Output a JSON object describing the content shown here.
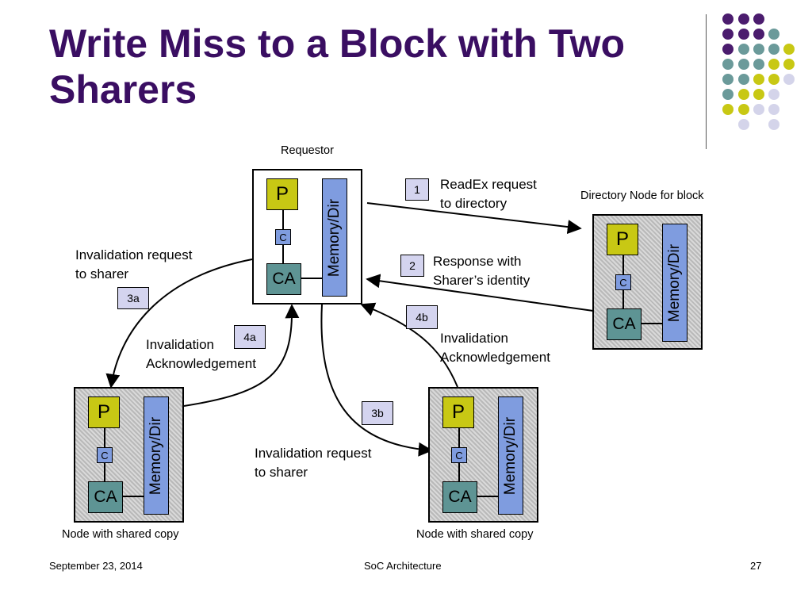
{
  "slide": {
    "title": "Write Miss to a Block with Two Sharers"
  },
  "decoration": {
    "dot_colors": {
      "purple": "#4b1c6e",
      "teal": "#6b9a9a",
      "yellow": "#c8c814",
      "lavender": "#d4d4ea"
    }
  },
  "nodes": {
    "requestor": {
      "caption": "Requestor",
      "processor": "P",
      "cache": "C",
      "controller": "CA",
      "memory": "Memory/Dir"
    },
    "directory": {
      "caption": "Directory Node for block",
      "processor": "P",
      "cache": "C",
      "controller": "CA",
      "memory": "Memory/Dir"
    },
    "sharer_left": {
      "caption": "Node with shared copy",
      "processor": "P",
      "cache": "C",
      "controller": "CA",
      "memory": "Memory/Dir"
    },
    "sharer_right": {
      "caption": "Node with shared copy",
      "processor": "P",
      "cache": "C",
      "controller": "CA",
      "memory": "Memory/Dir"
    }
  },
  "steps": {
    "s1": {
      "badge": "1",
      "line1": "ReadEx request",
      "line2": "to directory"
    },
    "s2": {
      "badge": "2",
      "line1": "Response with",
      "line2": "Sharer’s identity"
    },
    "s3a": {
      "badge": "3a",
      "line1": "Invalidation request",
      "line2": "to sharer"
    },
    "s3b": {
      "badge": "3b",
      "line1": "Invalidation request",
      "line2": "to sharer"
    },
    "s4a": {
      "badge": "4a",
      "line1": "Invalidation",
      "line2": "Acknowledgement"
    },
    "s4b": {
      "badge": "4b",
      "line1": "Invalidation",
      "line2": "Acknowledgement"
    }
  },
  "colors": {
    "processor": "#c8c814",
    "cache": "#7f9cdf",
    "controller": "#5e9494",
    "memory": "#7f9cdf",
    "badge": "#d4d4ef",
    "title": "#3a0e62"
  },
  "footer": {
    "date": "September 23, 2014",
    "center": "SoC Architecture",
    "page": "27"
  }
}
